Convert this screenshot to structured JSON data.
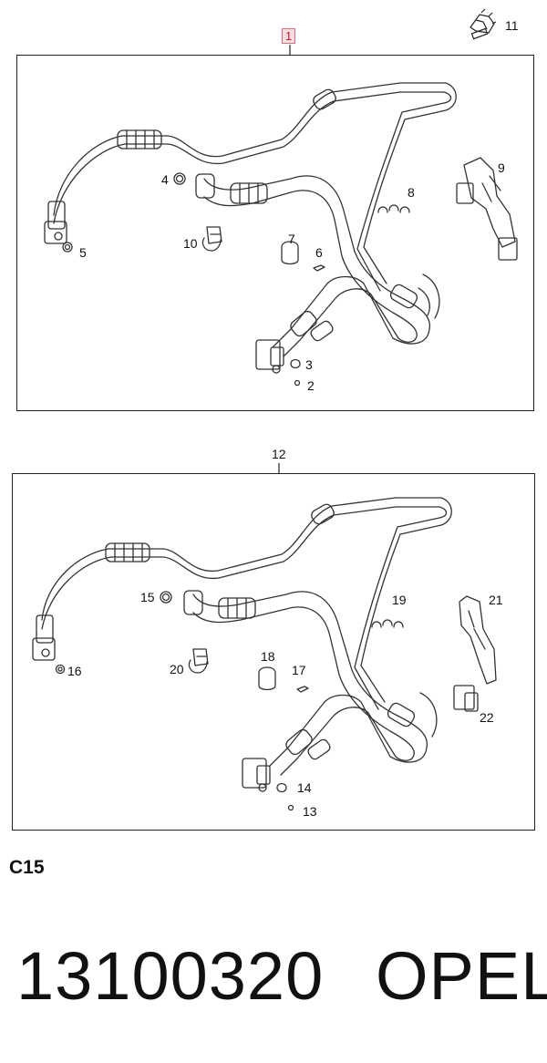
{
  "top_panel": {
    "group_label": "1",
    "callouts": {
      "c11": "11",
      "c4": "4",
      "c5": "5",
      "c8": "8",
      "c9": "9",
      "c10": "10",
      "c7": "7",
      "c6": "6",
      "c3": "3",
      "c2": "2"
    }
  },
  "bottom_panel": {
    "group_label": "12",
    "callouts": {
      "c15": "15",
      "c16": "16",
      "c19": "19",
      "c21": "21",
      "c20": "20",
      "c18": "18",
      "c17": "17",
      "c22": "22",
      "c14": "14",
      "c13": "13"
    }
  },
  "section_code": "C15",
  "part_number": "13100320",
  "brand": "OPEL",
  "colors": {
    "line": "#333333",
    "highlight": "#c02030",
    "highlight_bg": "#f7dde0"
  }
}
